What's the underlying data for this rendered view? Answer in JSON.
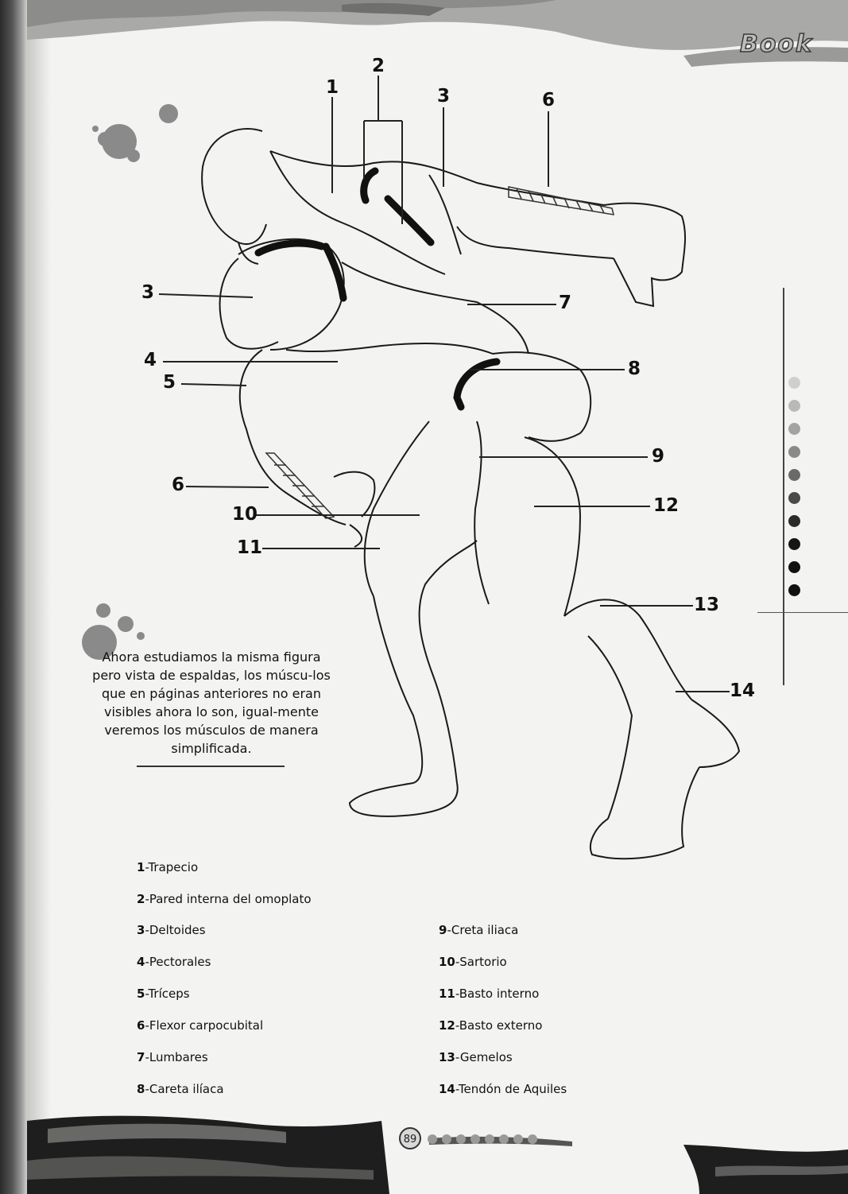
{
  "header": {
    "brand": "Book"
  },
  "diagram": {
    "labels": [
      "1",
      "2",
      "3",
      "6",
      "3",
      "7",
      "4",
      "8",
      "5",
      "9",
      "6",
      "12",
      "10",
      "11",
      "13",
      "14"
    ]
  },
  "intro_text": "Ahora estudiamos la misma figura pero vista de espaldas, los múscu-los que en páginas anteriores no eran visibles ahora lo son, igual-mente veremos los músculos de manera simplificada.",
  "legend": {
    "left": [
      {
        "num": "1",
        "name": "-Trapecio"
      },
      {
        "num": "2",
        "name": "-Pared interna del omoplato"
      },
      {
        "num": "3",
        "name": "-Deltoides"
      },
      {
        "num": "4",
        "name": "-Pectorales"
      },
      {
        "num": "5",
        "name": "-Tríceps"
      },
      {
        "num": "6",
        "name": "-Flexor carpocubital"
      },
      {
        "num": "7",
        "name": "-Lumbares"
      },
      {
        "num": "8",
        "name": "-Careta ilíaca"
      }
    ],
    "right": [
      {
        "num": "9",
        "name": "-Creta iliaca"
      },
      {
        "num": "10",
        "name": "-Sartorio"
      },
      {
        "num": "11",
        "name": "-Basto interno"
      },
      {
        "num": "12",
        "name": "-Basto externo"
      },
      {
        "num": "13",
        "name": "-Gemelos"
      },
      {
        "num": "14",
        "name": "-Tendón de Aquiles"
      }
    ]
  },
  "footer": {
    "page_number": "89"
  },
  "colors": {
    "dot_light": "#c4c4c4",
    "dot_dark": "#111111",
    "ink": "#111111"
  }
}
